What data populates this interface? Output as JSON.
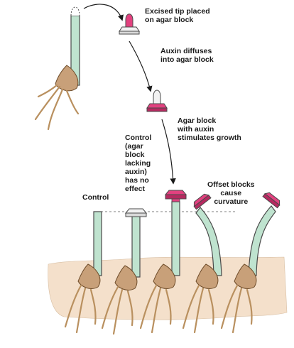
{
  "labels": {
    "excised_tip": "Excised tip placed\non agar block",
    "auxin_diffuses": "Auxin diffuses\ninto agar block",
    "agar_block_auxin": "Agar block\nwith auxin\nstimulates growth",
    "control_note": "Control\n(agar\nblock\nlacking\nauxin)\nhas no\neffect",
    "control": "Control",
    "offset_blocks": "Offset blocks\ncause\ncurvature"
  },
  "colors": {
    "coleoptile": "#bfe3cf",
    "coleoptile_outline": "#4a4a4a",
    "auxin_block": "#e2417f",
    "auxin_block_dark": "#b52a60",
    "plain_block": "#f2f2f2",
    "soil": "#f4e0cb",
    "seed": "#c8a079",
    "root": "#d9b48a"
  },
  "icons": [
    "curved-arrow-icon",
    "guide-dashed-line"
  ]
}
